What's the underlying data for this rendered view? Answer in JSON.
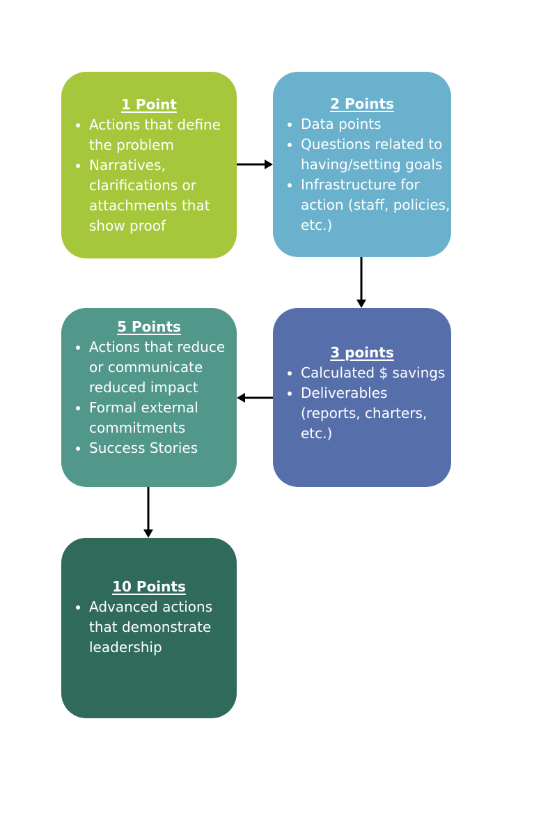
{
  "boxes": {
    "one_point": {
      "title": "1 Point",
      "items": [
        "Actions that define the problem",
        "Narratives, clarifications or attachments that show proof"
      ],
      "color": "#a6c73c"
    },
    "two_points": {
      "title": "2 Points",
      "items": [
        "Data points",
        "Questions related to having/setting goals",
        "Infrastructure for action (staff, policies, etc.)"
      ],
      "color": "#69b1cc"
    },
    "three_points": {
      "title": "3 points",
      "items": [
        "Calculated $ savings",
        "Deliverables (reports, charters, etc.)"
      ],
      "color": "#566fab"
    },
    "five_points": {
      "title": "5 Points",
      "items": [
        "Actions that reduce or communicate reduced impact",
        "Formal external commitments",
        "Success Stories"
      ],
      "color": "#51978a"
    },
    "ten_points": {
      "title": "10 Points",
      "items": [
        "Advanced actions that demonstrate leadership"
      ],
      "color": "#2f6a5a"
    }
  },
  "arrow_color": "#000000"
}
